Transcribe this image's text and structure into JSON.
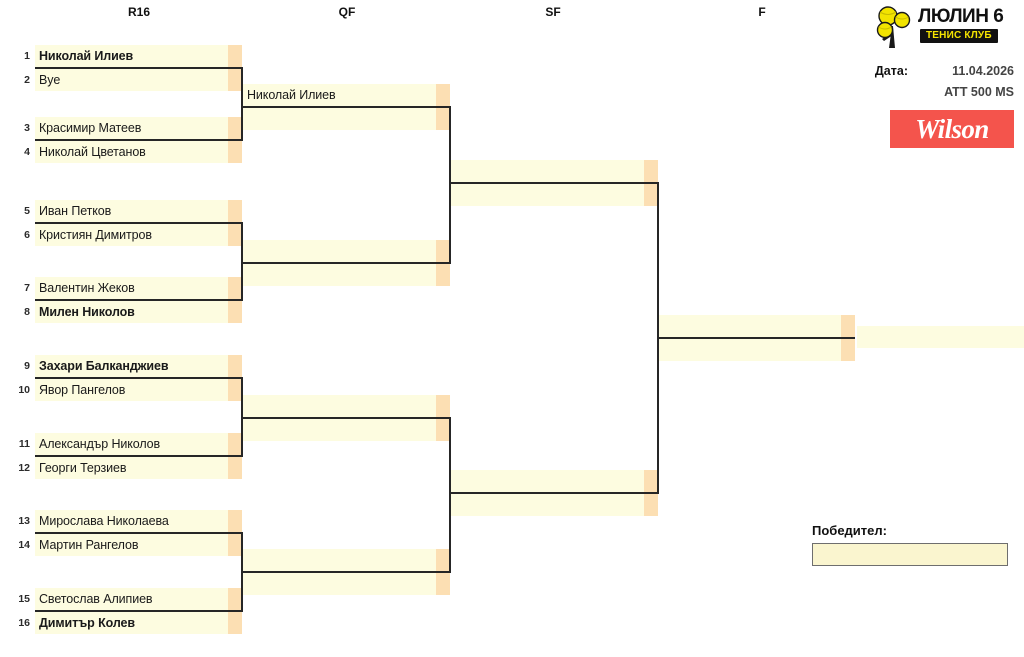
{
  "rounds": [
    {
      "key": "r16",
      "label": "R16"
    },
    {
      "key": "qf",
      "label": "QF"
    },
    {
      "key": "sf",
      "label": "SF"
    },
    {
      "key": "f",
      "label": "F"
    }
  ],
  "r16": [
    {
      "seed": "1",
      "name": "Николай Илиев",
      "bold": true,
      "score": ""
    },
    {
      "seed": "2",
      "name": "Bye",
      "bold": false,
      "score": ""
    },
    {
      "seed": "3",
      "name": "Красимир Матеев",
      "bold": false,
      "score": ""
    },
    {
      "seed": "4",
      "name": "Николай Цветанов",
      "bold": false,
      "score": ""
    },
    {
      "seed": "5",
      "name": "Иван Петков",
      "bold": false,
      "score": ""
    },
    {
      "seed": "6",
      "name": "Кристиян Димитров",
      "bold": false,
      "score": ""
    },
    {
      "seed": "7",
      "name": "Валентин Жеков",
      "bold": false,
      "score": ""
    },
    {
      "seed": "8",
      "name": "Милен Николов",
      "bold": true,
      "score": ""
    },
    {
      "seed": "9",
      "name": "Захари Балканджиев",
      "bold": true,
      "score": ""
    },
    {
      "seed": "10",
      "name": "Явор Пангелов",
      "bold": false,
      "score": ""
    },
    {
      "seed": "11",
      "name": "Александър Николов",
      "bold": false,
      "score": ""
    },
    {
      "seed": "12",
      "name": "Георги Терзиев",
      "bold": false,
      "score": ""
    },
    {
      "seed": "13",
      "name": "Мирослава Николаева",
      "bold": false,
      "score": ""
    },
    {
      "seed": "14",
      "name": "Мартин Рангелов",
      "bold": false,
      "score": ""
    },
    {
      "seed": "15",
      "name": "Светослав Алипиев",
      "bold": false,
      "score": ""
    },
    {
      "seed": "16",
      "name": "Димитър Колев",
      "bold": true,
      "score": ""
    }
  ],
  "qf": [
    {
      "name": "Николай Илиев",
      "score": ""
    },
    {
      "name": "",
      "score": ""
    },
    {
      "name": "",
      "score": ""
    },
    {
      "name": "",
      "score": ""
    },
    {
      "name": "",
      "score": ""
    },
    {
      "name": "",
      "score": ""
    },
    {
      "name": "",
      "score": ""
    },
    {
      "name": "",
      "score": ""
    }
  ],
  "sf": [
    {
      "name": "",
      "score": ""
    },
    {
      "name": "",
      "score": ""
    },
    {
      "name": "",
      "score": ""
    },
    {
      "name": "",
      "score": ""
    }
  ],
  "f": [
    {
      "name": "",
      "score": ""
    },
    {
      "name": "",
      "score": ""
    }
  ],
  "champion": [
    {
      "name": "",
      "score": ""
    }
  ],
  "club": {
    "name": "ЛЮЛИН 6",
    "subtitle": "ТЕНИС КЛУБ",
    "logo_icon": "tennis-tree-icon"
  },
  "info": {
    "date_label": "Дата:",
    "date_value": "11.04.2026",
    "category": "ATT 500 MS"
  },
  "sponsor": {
    "name": "Wilson"
  },
  "winner": {
    "label": "Победител:",
    "value": ""
  },
  "colors": {
    "slot_bg": "#FDFCE0",
    "score_bg": "#FCDFB3",
    "line": "#262626",
    "club_accent": "#F5E400",
    "sponsor_bg": "#F4544C",
    "winner_bg": "#FAF5CF"
  }
}
